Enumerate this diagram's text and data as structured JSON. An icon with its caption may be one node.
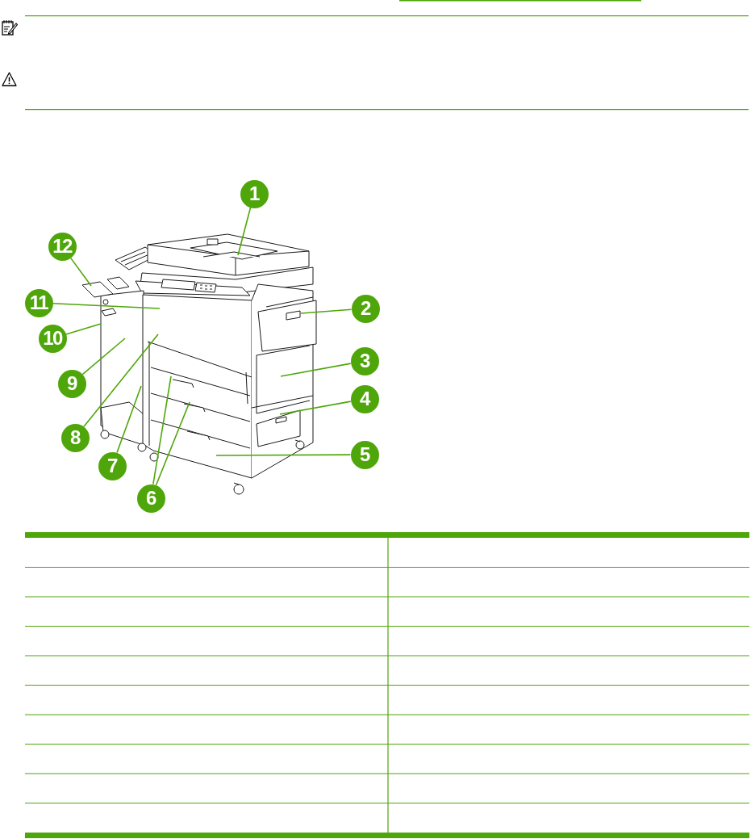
{
  "diagram": {
    "nodes": [
      {
        "text": [
          "1"
        ]
      },
      {
        "text": [
          "2"
        ]
      },
      {
        "text": [
          "3"
        ]
      },
      {
        "text": [
          "4"
        ]
      },
      {
        "text": [
          "5"
        ]
      },
      {
        "text": [
          "6"
        ]
      },
      {
        "text": [
          "7"
        ]
      },
      {
        "text": [
          "8"
        ]
      },
      {
        "text": [
          "9"
        ]
      },
      {
        "text": [
          "10"
        ]
      },
      {
        "text": [
          "11"
        ]
      },
      {
        "text": [
          "12"
        ]
      }
    ],
    "edges": [
      {
        "from": 0,
        "to": null,
        "arrow": "none"
      },
      {
        "from": 1,
        "to": null,
        "arrow": "none"
      },
      {
        "from": 2,
        "to": null,
        "arrow": "none"
      },
      {
        "from": 3,
        "to": null,
        "arrow": "none"
      },
      {
        "from": 4,
        "to": null,
        "arrow": "none"
      },
      {
        "from": 5,
        "to": null,
        "arrow": "none"
      },
      {
        "from": 5,
        "to": null,
        "arrow": "none"
      },
      {
        "from": 6,
        "to": null,
        "arrow": "none"
      },
      {
        "from": 7,
        "to": null,
        "arrow": "none"
      },
      {
        "from": 8,
        "to": null,
        "arrow": "none"
      },
      {
        "from": 9,
        "to": null,
        "arrow": "none"
      },
      {
        "from": 10,
        "to": null,
        "arrow": "none"
      },
      {
        "from": 11,
        "to": null,
        "arrow": "none"
      }
    ]
  }
}
